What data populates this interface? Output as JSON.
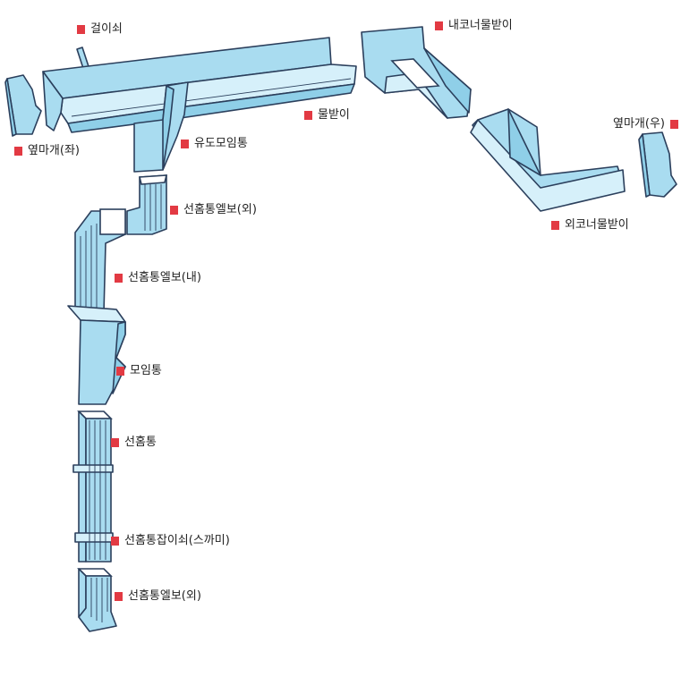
{
  "colors": {
    "part_fill": "#a9dcf0",
    "outline": "#2b3f5c",
    "marker": "#e23a43"
  },
  "labels": {
    "hook": "걸이쇠",
    "end_cap_left": "옆마개(좌)",
    "funnel": "유도모임통",
    "gutter": "물받이",
    "inner_corner": "내코너물받이",
    "end_cap_right": "옆마개(우)",
    "outer_corner": "외코너물받이",
    "elbow_top": "선홈통엘보(외)",
    "elbow_inner": "선홈통엘보(내)",
    "collector": "모임통",
    "downpipe": "선홈통",
    "bracket": "선홈통잡이쇠(스까미)",
    "elbow_bottom": "선홈통엘보(외)"
  }
}
